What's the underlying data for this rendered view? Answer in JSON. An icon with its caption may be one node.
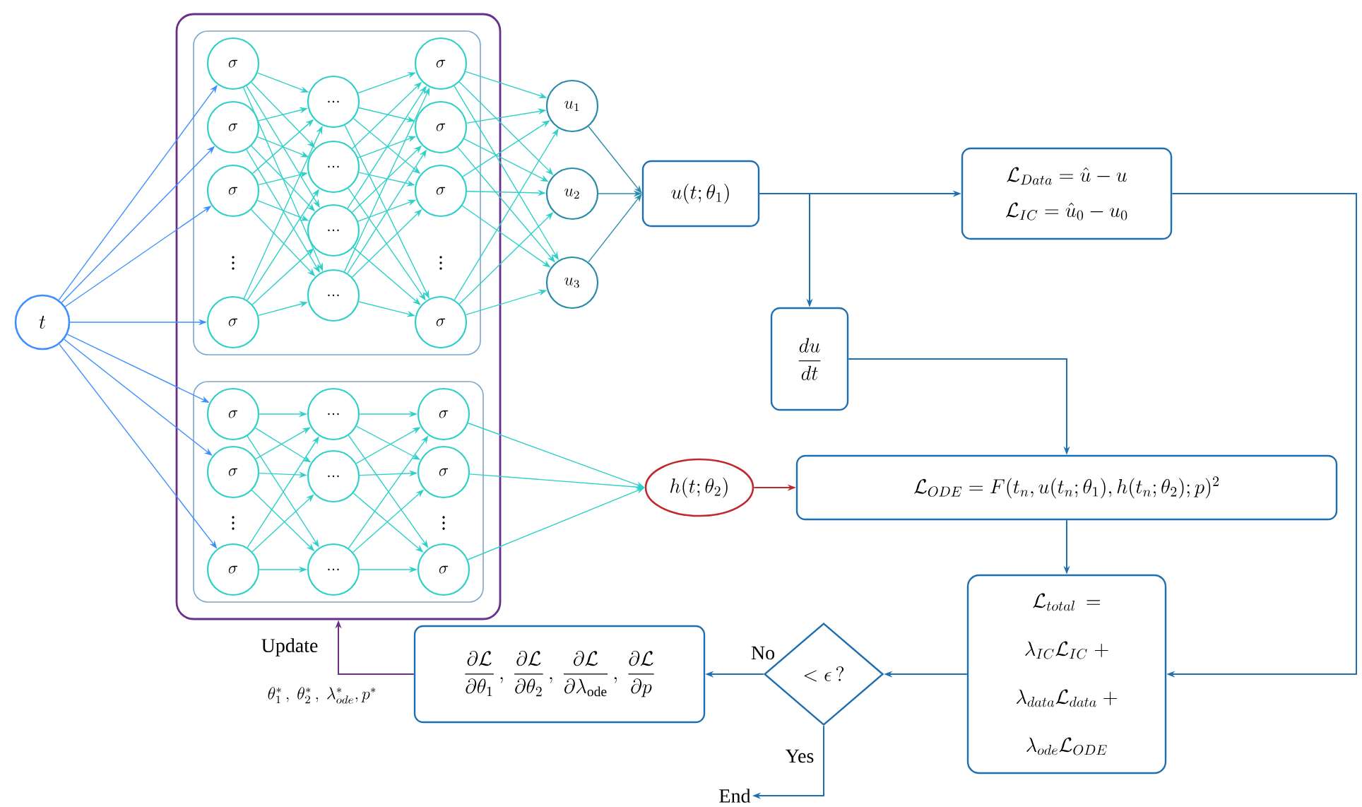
{
  "diagram": {
    "nodes": [
      {
        "text": [
          "t"
        ]
      },
      {
        "text": [],
        "shape": "box"
      },
      {
        "text": [],
        "shape": "box",
        "in": 1
      },
      {
        "text": [],
        "shape": "box",
        "in": 1
      },
      {
        "text": [
          "\\sigma"
        ],
        "in": 2
      },
      {
        "text": [
          "\\sigma"
        ],
        "in": 2
      },
      {
        "text": [
          "\\sigma"
        ],
        "in": 2
      },
      {
        "text": [
          "\\sigma"
        ],
        "in": 2
      },
      {
        "text": [
          "..."
        ],
        "in": 2
      },
      {
        "text": [
          "..."
        ],
        "in": 2
      },
      {
        "text": [
          "..."
        ],
        "in": 2
      },
      {
        "text": [
          "..."
        ],
        "in": 2
      },
      {
        "text": [
          "\\sigma"
        ],
        "in": 2
      },
      {
        "text": [
          "\\sigma"
        ],
        "in": 2
      },
      {
        "text": [
          "\\sigma"
        ],
        "in": 2
      },
      {
        "text": [
          "\\sigma"
        ],
        "in": 2
      },
      {
        "text": [
          "u_1"
        ]
      },
      {
        "text": [
          "u_2"
        ]
      },
      {
        "text": [
          "u_3"
        ]
      },
      {
        "text": [
          "u(t;\\theta_1)"
        ]
      },
      {
        "text": [
          "\\sigma"
        ],
        "in": 3
      },
      {
        "text": [
          "\\sigma"
        ],
        "in": 3
      },
      {
        "text": [
          "\\sigma"
        ],
        "in": 3
      },
      {
        "text": [
          "..."
        ],
        "in": 3
      },
      {
        "text": [
          "..."
        ],
        "in": 3
      },
      {
        "text": [
          "..."
        ],
        "in": 3
      },
      {
        "text": [
          "\\sigma"
        ],
        "in": 3
      },
      {
        "text": [
          "\\sigma"
        ],
        "in": 3
      },
      {
        "text": [
          "\\sigma"
        ],
        "in": 3
      },
      {
        "text": [
          "h(t;\\theta_2)"
        ]
      },
      {
        "text": [
          "\\mathcal{L}_{Data} = \\hat{u} - u",
          "\\mathcal{L}_{IC} = \\hat{u}_0 - u_0"
        ]
      },
      {
        "text": [
          "\\frac{du}{dt}"
        ]
      },
      {
        "text": [
          "\\mathcal{L}_{ODE} = F(t_n, u(t_n;\\theta_1), h(t_n;\\theta_2); p)^2"
        ]
      },
      {
        "text": [
          "\\mathcal{L}_{total} = \\lambda_{IC}\\mathcal{L}_{IC} + \\lambda_{data}\\mathcal{L}_{data}+ \\lambda_{ode}\\mathcal{L}_{ODE}"
        ]
      },
      {
        "text": [
          "< \\epsilon\\,?"
        ]
      },
      {
        "text": [
          "\\frac{\\partial\\mathcal{L}}{\\partial\\theta_1}\\,,\\ \\frac{\\partial\\mathcal{L}}{\\partial\\theta_2}\\,,\\ \\frac{\\partial\\mathcal{L}}{\\partial\\lambda_{\\mathrm{ode}}}\\,,\\ \\frac{\\partial\\mathcal{L}}{\\partial p}"
        ]
      },
      {
        "text": [
          "End"
        ]
      }
    ],
    "edges": [
      {
        "from": 0,
        "to": 4,
        "arrow": "to",
        "color": "#3d8fff"
      },
      {
        "from": 0,
        "to": 5,
        "arrow": "to",
        "color": "#3d8fff"
      },
      {
        "from": 0,
        "to": 6,
        "arrow": "to",
        "color": "#3d8fff"
      },
      {
        "from": 0,
        "to": 7,
        "arrow": "to",
        "color": "#3d8fff"
      },
      {
        "from": 0,
        "to": 20,
        "arrow": "to",
        "color": "#3d8fff"
      },
      {
        "from": 0,
        "to": 21,
        "arrow": "to",
        "color": "#3d8fff"
      },
      {
        "from": 0,
        "to": 22,
        "arrow": "to",
        "color": "#3d8fff"
      },
      {
        "from": 4,
        "to": 8,
        "arrow": "to"
      },
      {
        "from": 4,
        "to": 9,
        "arrow": "to"
      },
      {
        "from": 4,
        "to": 10,
        "arrow": "to"
      },
      {
        "from": 4,
        "to": 11,
        "arrow": "to"
      },
      {
        "from": 5,
        "to": 8,
        "arrow": "to"
      },
      {
        "from": 5,
        "to": 9,
        "arrow": "to"
      },
      {
        "from": 5,
        "to": 10,
        "arrow": "to"
      },
      {
        "from": 5,
        "to": 11,
        "arrow": "to"
      },
      {
        "from": 6,
        "to": 8,
        "arrow": "to"
      },
      {
        "from": 6,
        "to": 9,
        "arrow": "to"
      },
      {
        "from": 6,
        "to": 10,
        "arrow": "to"
      },
      {
        "from": 6,
        "to": 11,
        "arrow": "to"
      },
      {
        "from": 7,
        "to": 8,
        "arrow": "to"
      },
      {
        "from": 7,
        "to": 9,
        "arrow": "to"
      },
      {
        "from": 7,
        "to": 10,
        "arrow": "to"
      },
      {
        "from": 7,
        "to": 11,
        "arrow": "to"
      },
      {
        "from": 8,
        "to": 12,
        "arrow": "to"
      },
      {
        "from": 8,
        "to": 13,
        "arrow": "to"
      },
      {
        "from": 8,
        "to": 14,
        "arrow": "to"
      },
      {
        "from": 8,
        "to": 15,
        "arrow": "to"
      },
      {
        "from": 9,
        "to": 12,
        "arrow": "to"
      },
      {
        "from": 9,
        "to": 13,
        "arrow": "to"
      },
      {
        "from": 9,
        "to": 14,
        "arrow": "to"
      },
      {
        "from": 9,
        "to": 15,
        "arrow": "to"
      },
      {
        "from": 10,
        "to": 12,
        "arrow": "to"
      },
      {
        "from": 10,
        "to": 13,
        "arrow": "to"
      },
      {
        "from": 10,
        "to": 14,
        "arrow": "to"
      },
      {
        "from": 10,
        "to": 15,
        "arrow": "to"
      },
      {
        "from": 11,
        "to": 12,
        "arrow": "to"
      },
      {
        "from": 11,
        "to": 13,
        "arrow": "to"
      },
      {
        "from": 11,
        "to": 14,
        "arrow": "to"
      },
      {
        "from": 11,
        "to": 15,
        "arrow": "to"
      },
      {
        "from": 12,
        "to": 16,
        "arrow": "to"
      },
      {
        "from": 12,
        "to": 17,
        "arrow": "to"
      },
      {
        "from": 12,
        "to": 18,
        "arrow": "to"
      },
      {
        "from": 13,
        "to": 16,
        "arrow": "to"
      },
      {
        "from": 13,
        "to": 17,
        "arrow": "to"
      },
      {
        "from": 13,
        "to": 18,
        "arrow": "to"
      },
      {
        "from": 14,
        "to": 16,
        "arrow": "to"
      },
      {
        "from": 14,
        "to": 17,
        "arrow": "to"
      },
      {
        "from": 14,
        "to": 18,
        "arrow": "to"
      },
      {
        "from": 15,
        "to": 16,
        "arrow": "to"
      },
      {
        "from": 15,
        "to": 17,
        "arrow": "to"
      },
      {
        "from": 15,
        "to": 18,
        "arrow": "to"
      },
      {
        "from": 16,
        "to": 19,
        "arrow": "to",
        "color": "#2a8aaa"
      },
      {
        "from": 17,
        "to": 19,
        "arrow": "to",
        "color": "#2a8aaa"
      },
      {
        "from": 18,
        "to": 19,
        "arrow": "to",
        "color": "#2a8aaa"
      },
      {
        "from": 20,
        "to": 23,
        "arrow": "to"
      },
      {
        "from": 20,
        "to": 24,
        "arrow": "to"
      },
      {
        "from": 20,
        "to": 25,
        "arrow": "to"
      },
      {
        "from": 21,
        "to": 23,
        "arrow": "to"
      },
      {
        "from": 21,
        "to": 24,
        "arrow": "to"
      },
      {
        "from": 21,
        "to": 25,
        "arrow": "to"
      },
      {
        "from": 22,
        "to": 23,
        "arrow": "to"
      },
      {
        "from": 22,
        "to": 24,
        "arrow": "to"
      },
      {
        "from": 22,
        "to": 25,
        "arrow": "to"
      },
      {
        "from": 23,
        "to": 26,
        "arrow": "to"
      },
      {
        "from": 23,
        "to": 27,
        "arrow": "to"
      },
      {
        "from": 23,
        "to": 28,
        "arrow": "to"
      },
      {
        "from": 24,
        "to": 26,
        "arrow": "to"
      },
      {
        "from": 24,
        "to": 27,
        "arrow": "to"
      },
      {
        "from": 24,
        "to": 28,
        "arrow": "to"
      },
      {
        "from": 25,
        "to": 26,
        "arrow": "to"
      },
      {
        "from": 25,
        "to": 27,
        "arrow": "to"
      },
      {
        "from": 25,
        "to": 28,
        "arrow": "to"
      },
      {
        "from": 26,
        "to": 29,
        "arrow": "to"
      },
      {
        "from": 27,
        "to": 29,
        "arrow": "to"
      },
      {
        "from": 28,
        "to": 29,
        "arrow": "to"
      },
      {
        "from": 29,
        "to": 32,
        "arrow": "to",
        "color": "#c0282d"
      },
      {
        "from": 19,
        "to": 30,
        "arrow": "to",
        "color": "#1f6fb0"
      },
      {
        "from": 19,
        "to": 31,
        "arrow": "to",
        "color": "#1f6fb0"
      },
      {
        "from": 31,
        "to": 32,
        "arrow": "to",
        "color": "#1f6fb0"
      },
      {
        "from": 30,
        "to": 33,
        "arrow": "to",
        "color": "#1f6fb0"
      },
      {
        "from": 32,
        "to": 33,
        "arrow": "to",
        "color": "#1f6fb0"
      },
      {
        "from": 33,
        "to": 34,
        "arrow": "to",
        "color": "#1f6fb0"
      },
      {
        "from": 34,
        "to": 35,
        "arrow": "to",
        "color": "#1f6fb0",
        "label": "No"
      },
      {
        "from": 34,
        "to": 36,
        "arrow": "to",
        "color": "#1f6fb0",
        "label": "Yes"
      },
      {
        "from": 35,
        "to": 1,
        "arrow": "to",
        "color": "#6b2f8a",
        "label": "Update"
      }
    ],
    "labels": [
      "\\vdots",
      "\\vdots",
      "\\vdots",
      "\\vdots",
      "\\theta_1^*\\,,\\ \\theta_2^*\\,,\\ \\lambda_{ode}^*, p^*"
    ]
  }
}
